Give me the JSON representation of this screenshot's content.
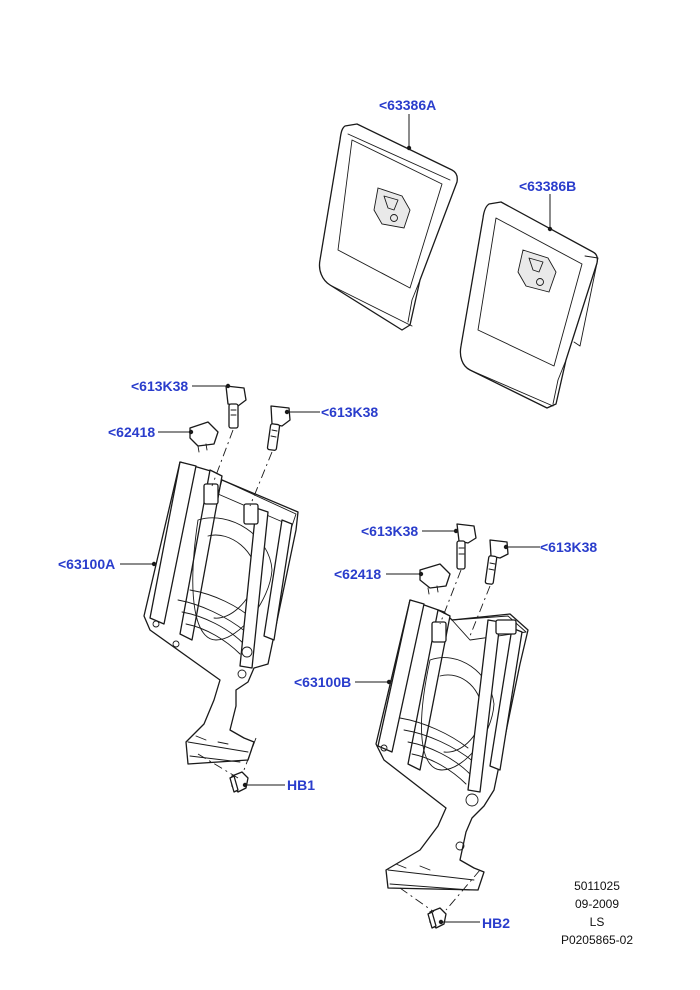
{
  "callouts": {
    "panel_a": "<63386A",
    "panel_b": "<63386B",
    "headrest_guide_1": "<613K38",
    "headrest_guide_2": "<613K38",
    "headrest_guide_3": "<613K38",
    "headrest_guide_4": "<613K38",
    "trim_cap_1": "<62418",
    "trim_cap_2": "<62418",
    "frame_a": "<63100A",
    "frame_b": "<63100B",
    "bolt_1": "HB1",
    "bolt_2": "HB2"
  },
  "info": {
    "line1": "5011025",
    "line2": "09-2009",
    "line3": "LS",
    "line4": "P0205865-02"
  },
  "colors": {
    "callout": "#2a3dcc",
    "line": "#1a1a1a",
    "background": "#ffffff"
  }
}
